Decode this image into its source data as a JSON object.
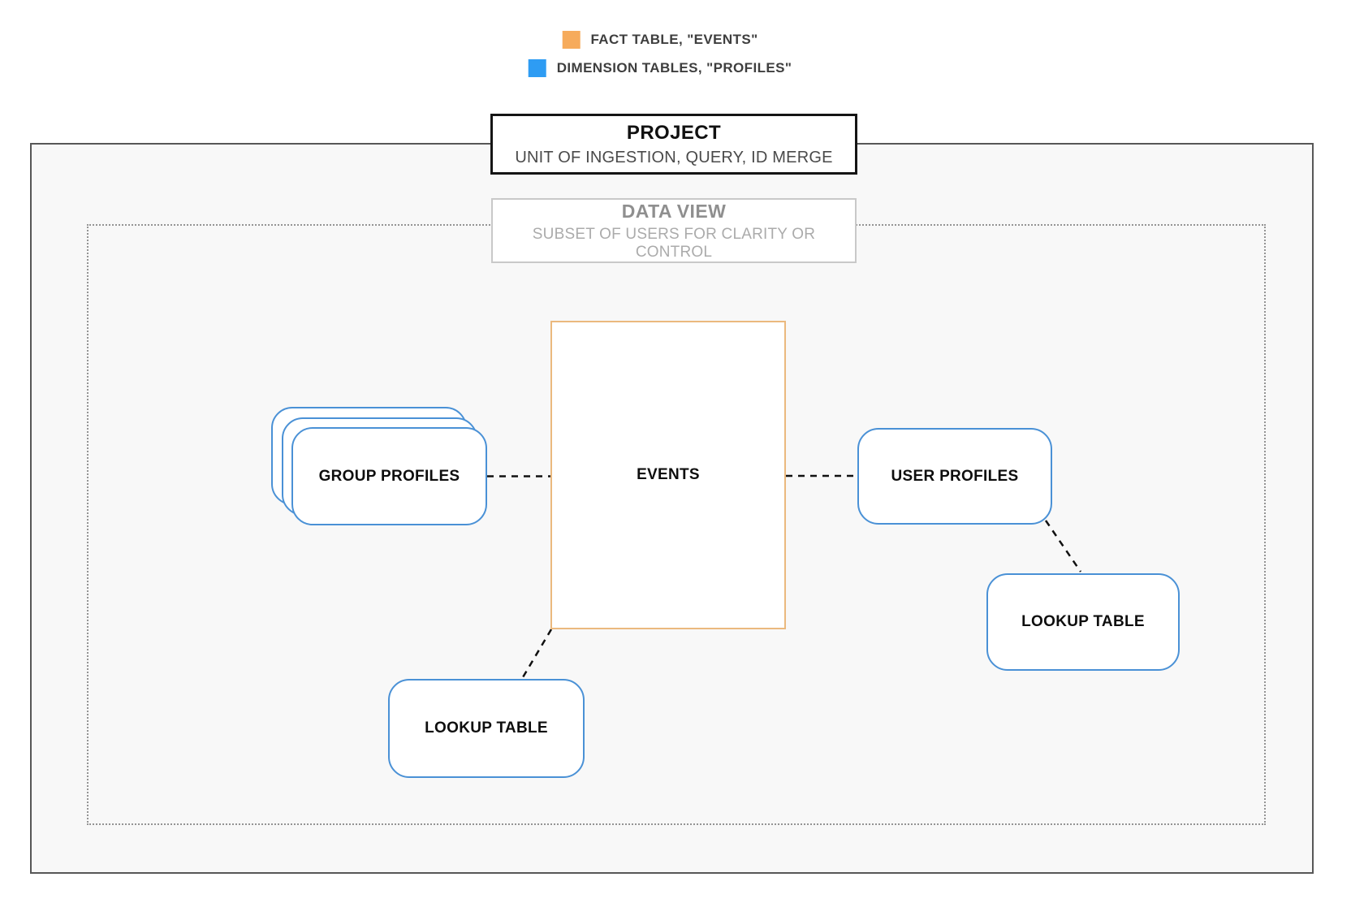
{
  "legend": {
    "items": [
      {
        "id": "fact",
        "label": "FACT TABLE, \"EVENTS\"",
        "swatch_color": "#F6AB5C"
      },
      {
        "id": "dimension",
        "label": "DIMENSION TABLES, \"PROFILES\"",
        "swatch_color": "#2E9CF3"
      }
    ]
  },
  "project": {
    "title": "PROJECT",
    "subtitle": "UNIT OF INGESTION, QUERY, ID MERGE"
  },
  "data_view": {
    "title": "DATA VIEW",
    "subtitle": "SUBSET OF USERS FOR CLARITY OR CONTROL"
  },
  "nodes": {
    "events": {
      "label": "EVENTS",
      "category": "fact"
    },
    "group_profiles": {
      "label": "GROUP PROFILES",
      "category": "dimension",
      "stacked": true
    },
    "user_profiles": {
      "label": "USER PROFILES",
      "category": "dimension"
    },
    "lookup_table_left": {
      "label": "LOOKUP TABLE",
      "category": "dimension"
    },
    "lookup_table_right": {
      "label": "LOOKUP TABLE",
      "category": "dimension"
    }
  },
  "edges": [
    {
      "from": "group_profiles",
      "to": "events",
      "style": "dashed"
    },
    {
      "from": "events",
      "to": "user_profiles",
      "style": "dashed"
    },
    {
      "from": "user_profiles",
      "to": "lookup_table_right",
      "style": "dashed"
    },
    {
      "from": "events",
      "to": "lookup_table_left",
      "style": "dashed"
    }
  ],
  "colors": {
    "fact_border": "#EBB97E",
    "dimension_border": "#4A91D6",
    "legend_fact_swatch": "#F6AB5C",
    "legend_dimension_swatch": "#2E9CF3",
    "project_border": "#151515",
    "data_view_border": "#C9C9C9",
    "outer_boundary_border": "#575757",
    "inner_boundary_border": "#949494",
    "connector": "#111111",
    "diagram_background": "#F8F8F8"
  }
}
